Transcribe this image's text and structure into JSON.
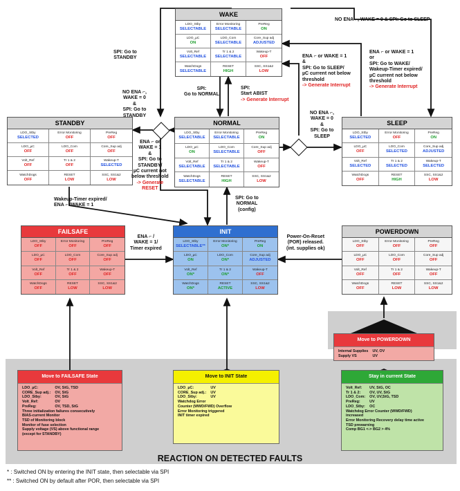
{
  "colors": {
    "gray_header": "#d4d4d4",
    "failsafe_header": "#e8393c",
    "failsafe_body": "#f4a7a3",
    "init_header": "#2f6fd0",
    "init_body": "#9cc2ee",
    "powerdown_header": "#d4d4d4",
    "powerdown_body": "#f6f6f6",
    "val_off": "#e02020",
    "val_on": "#1a9c2a",
    "val_selectable": "#2050e0",
    "fault_panel": "#cfcfcf",
    "move_powerdown_head": "#e8393c",
    "move_powerdown_body": "#f2a9a5",
    "move_failsafe_head": "#e8393c",
    "move_failsafe_body": "#f2a9a5",
    "move_init_head": "#f5f000",
    "move_init_body": "#fafa9a",
    "stay_head": "#2ea837",
    "stay_body": "#bfe3a8"
  },
  "states": [
    {
      "id": "wake",
      "title": "WAKE",
      "cells": [
        {
          "label": "LDO_Stby",
          "value": "SELECTABLE",
          "color": "selectable"
        },
        {
          "label": "Error Monitoring",
          "value": "SELECTABLE",
          "color": "selectable"
        },
        {
          "label": "PreReg",
          "value": "ON",
          "color": "on"
        },
        {
          "label": "LDO_µC",
          "value": "ON",
          "color": "on"
        },
        {
          "label": "LDO_Com",
          "value": "SELECTABLE",
          "color": "selectable"
        },
        {
          "label": "Core_Sup adj",
          "value": "ADJUSTED",
          "color": "selectable"
        },
        {
          "label": "Volt_Ref",
          "value": "SELECTABLE",
          "color": "selectable"
        },
        {
          "label": "Tr 1 & 2",
          "value": "SELECTABLE",
          "color": "selectable"
        },
        {
          "label": "Wakeup-T",
          "value": "OFF",
          "color": "off"
        },
        {
          "label": "WatchDogs",
          "value": "SELECTABLE",
          "color": "selectable"
        },
        {
          "label": "RESET",
          "value": "HIGH",
          "color": "on"
        },
        {
          "label": "SSC, SS1&2",
          "value": "LOW",
          "color": "off"
        }
      ]
    },
    {
      "id": "standby",
      "title": "STANDBY",
      "cells": [
        {
          "label": "LDO_Stby",
          "value": "SELECTED",
          "color": "selectable"
        },
        {
          "label": "Error Monitoring",
          "value": "OFF",
          "color": "off"
        },
        {
          "label": "PreReg",
          "value": "OFF",
          "color": "off"
        },
        {
          "label": "LDO_µC",
          "value": "OFF",
          "color": "off"
        },
        {
          "label": "LDO_Com",
          "value": "OFF",
          "color": "off"
        },
        {
          "label": "Core_Sup adj",
          "value": "OFF",
          "color": "off"
        },
        {
          "label": "Volt_Ref",
          "value": "OFF",
          "color": "off"
        },
        {
          "label": "Tr 1 & 2",
          "value": "OFF",
          "color": "off"
        },
        {
          "label": "Wakeup-T",
          "value": "SELECTED",
          "color": "selectable"
        },
        {
          "label": "WatchDogs",
          "value": "OFF",
          "color": "off"
        },
        {
          "label": "RESET",
          "value": "LOW",
          "color": "off"
        },
        {
          "label": "SSC, SS1&2",
          "value": "LOW",
          "color": "off"
        }
      ]
    },
    {
      "id": "normal",
      "title": "NORMAL",
      "cells": [
        {
          "label": "LDO_Stby",
          "value": "SELECTABLE",
          "color": "selectable"
        },
        {
          "label": "Error Monitoring",
          "value": "SELECTABLE",
          "color": "selectable"
        },
        {
          "label": "PreReg",
          "value": "ON",
          "color": "on"
        },
        {
          "label": "LDO_µC",
          "value": "ON",
          "color": "on"
        },
        {
          "label": "LDO_Com",
          "value": "SELECTABLE",
          "color": "selectable"
        },
        {
          "label": "Core_Sup adj",
          "value": "OFF",
          "color": "off"
        },
        {
          "label": "Volt_Ref",
          "value": "SELECTABLE",
          "color": "selectable"
        },
        {
          "label": "Tr 1 & 2",
          "value": "SELECTABLE",
          "color": "selectable"
        },
        {
          "label": "Wakeup-T",
          "value": "OFF",
          "color": "off"
        },
        {
          "label": "WatchDogs",
          "value": "SELECTABLE",
          "color": "selectable"
        },
        {
          "label": "RESET",
          "value": "HIGH",
          "color": "on"
        },
        {
          "label": "SSC, SS1&2",
          "value": "LOW",
          "color": "off"
        }
      ]
    },
    {
      "id": "sleep",
      "title": "SLEEP",
      "cells": [
        {
          "label": "LDO_Stby",
          "value": "SELECTED",
          "color": "selectable"
        },
        {
          "label": "Error Monitoring",
          "value": "OFF",
          "color": "off"
        },
        {
          "label": "PreReg",
          "value": "ON",
          "color": "on"
        },
        {
          "label": "LDO_µC",
          "value": "OFF",
          "color": "off"
        },
        {
          "label": "LDO_Com",
          "value": "SELECTED",
          "color": "selectable"
        },
        {
          "label": "Core_Sup adj",
          "value": "ADJUSTED",
          "color": "selectable"
        },
        {
          "label": "Volt_Ref",
          "value": "SELECTED",
          "color": "selectable"
        },
        {
          "label": "Tr 1 & 2",
          "value": "SELECTED",
          "color": "selectable"
        },
        {
          "label": "Wakeup-T",
          "value": "SELECTED",
          "color": "selectable"
        },
        {
          "label": "WatchDogs",
          "value": "OFF",
          "color": "off"
        },
        {
          "label": "RESET",
          "value": "HIGH",
          "color": "on"
        },
        {
          "label": "SSC, SS1&2",
          "value": "LOW",
          "color": "off"
        }
      ]
    },
    {
      "id": "failsafe",
      "title": "FAILSAFE",
      "cells": [
        {
          "label": "LDO_Stby",
          "value": "OFF",
          "color": "off"
        },
        {
          "label": "Error Monitoring",
          "value": "OFF",
          "color": "off"
        },
        {
          "label": "PreReg",
          "value": "OFF",
          "color": "off"
        },
        {
          "label": "LDO_µC",
          "value": "OFF",
          "color": "off"
        },
        {
          "label": "LDO_Com",
          "value": "OFF",
          "color": "off"
        },
        {
          "label": "Core_Sup adj",
          "value": "OFF",
          "color": "off"
        },
        {
          "label": "Volt_Ref",
          "value": "OFF",
          "color": "off"
        },
        {
          "label": "Tr 1 & 2",
          "value": "OFF",
          "color": "off"
        },
        {
          "label": "Wakeup-T",
          "value": "OFF",
          "color": "off"
        },
        {
          "label": "WatchDogs",
          "value": "OFF",
          "color": "off"
        },
        {
          "label": "RESET",
          "value": "LOW",
          "color": "off"
        },
        {
          "label": "SSC, SS1&2",
          "value": "LOW",
          "color": "off"
        }
      ]
    },
    {
      "id": "init",
      "title": "INIT",
      "cells": [
        {
          "label": "LDO_Stby",
          "value": "SELECTABLE**",
          "color": "selectable"
        },
        {
          "label": "Error Monitoring",
          "value": "ON*",
          "color": "on"
        },
        {
          "label": "PreReg",
          "value": "ON",
          "color": "on"
        },
        {
          "label": "LDO_µC",
          "value": "ON",
          "color": "on"
        },
        {
          "label": "LDO_Com",
          "value": "ON*",
          "color": "on"
        },
        {
          "label": "Core_Sup adj",
          "value": "ADJUSTED",
          "color": "selectable"
        },
        {
          "label": "Volt_Ref",
          "value": "ON*",
          "color": "on"
        },
        {
          "label": "Tr 1 & 2",
          "value": "ON*",
          "color": "on"
        },
        {
          "label": "Wakeup-T",
          "value": "OFF",
          "color": "off"
        },
        {
          "label": "WatchDogs",
          "value": "ON*",
          "color": "on"
        },
        {
          "label": "RESET",
          "value": "ACTIVE",
          "color": "on"
        },
        {
          "label": "SSC, SS1&2",
          "value": "LOW",
          "color": "off"
        }
      ]
    },
    {
      "id": "powerdown",
      "title": "POWERDOWN",
      "cells": [
        {
          "label": "LDO_Stby",
          "value": "OFF",
          "color": "off"
        },
        {
          "label": "Error Monitoring",
          "value": "OFF",
          "color": "off"
        },
        {
          "label": "PreReg",
          "value": "OFF",
          "color": "off"
        },
        {
          "label": "LDO_µC",
          "value": "OFF",
          "color": "off"
        },
        {
          "label": "LDO_Com",
          "value": "OFF",
          "color": "off"
        },
        {
          "label": "Core_Sup adj",
          "value": "OFF",
          "color": "off"
        },
        {
          "label": "Volt_Ref",
          "value": "OFF",
          "color": "off"
        },
        {
          "label": "Tr 1 & 2",
          "value": "OFF",
          "color": "off"
        },
        {
          "label": "Wakeup-T",
          "value": "OFF",
          "color": "off"
        },
        {
          "label": "WatchDogs",
          "value": "OFF",
          "color": "off"
        },
        {
          "label": "RESET",
          "value": "LOW",
          "color": "off"
        },
        {
          "label": "SSC, SS1&2",
          "value": "LOW",
          "color": "off"
        }
      ]
    }
  ],
  "transitions": {
    "wake_to_standby": [
      "SPI: Go to",
      "STANDBY"
    ],
    "top_to_sleep": [
      "NO ENA ⌐, WAKE = 0 & SPI: Go to SLEEP"
    ],
    "sleep_to_wake": [
      "ENA ⌐ or WAKE = 1",
      "or",
      "SPI: Go to WAKE/",
      "Wakeup-Timer expired/",
      "µC current not below",
      "threshold",
      "-> Generate Interrupt"
    ],
    "normal_to_wake": [
      "ENA ⌐ or WAKE = 1",
      "&",
      "SPI: Go to SLEEP/",
      "µC current not below",
      "threshold",
      "-> Generate Interrupt"
    ],
    "wake_to_normal": [
      "SPI:",
      "Go to NORMAL"
    ],
    "normal_abist": [
      "SPI:",
      "Start ABIST",
      "-> Generate Interrupt"
    ],
    "normal_to_standby": [
      "NO ENA ⌐,",
      "WAKE = 0",
      "&",
      "SPI: Go to",
      "STANDBY"
    ],
    "normal_to_sleep": [
      "NO ENA ⌐,",
      "WAKE = 0",
      "&",
      "SPI: Go to",
      "SLEEP"
    ],
    "standby_to_init": [
      "ENA ⌐ or",
      "WAKE = 1",
      "&",
      "SPI: Go to",
      "STANDBY/",
      "µC current not",
      "below threshold",
      "-> Generate",
      "RESET"
    ],
    "wakeup_timer": [
      "Wakeup-Timer expired/",
      "ENA ⌐ /WAKE = 1"
    ],
    "failsafe_to_init": [
      "ENA ⌐ /",
      "WAKE = 1/",
      "Timer expired"
    ],
    "init_to_normal": [
      "SPI: Go to",
      "NORMAL",
      "(config)"
    ],
    "por": [
      "Power-On-Reset",
      "(POR) released.",
      "(int. supplies ok)"
    ]
  },
  "fault_boxes": {
    "powerdown": {
      "title": "Move to POWERDOWN",
      "rows": [
        [
          "Internal Supplies",
          "UV, OV"
        ],
        [
          "Supply VS",
          "UV"
        ]
      ],
      "lines": []
    },
    "failsafe": {
      "title": "Move to FAILSAFE State",
      "rows": [
        [
          "LDO_µC:",
          "OV, StG, TSD"
        ],
        [
          "CORE_Sup adj.:",
          "OV, StG"
        ],
        [
          "LDO_Stby:",
          "OV, StG"
        ],
        [
          "Volt_Ref:",
          "OV"
        ],
        [
          "PreReg:",
          "OV, TSD, StG"
        ]
      ],
      "lines": [
        "Three initialization failures consecutively",
        "BIAS-current Monitor",
        "TSD of Monitoring block",
        "Monitor of fuse selection",
        "Supply voltage (VS) above functional range",
        "(except for STANDBY)"
      ]
    },
    "init": {
      "title": "Move to INIT State",
      "rows": [
        [
          "LDO_µC:",
          "UV"
        ],
        [
          "CORE_Sup adj.:",
          "UV"
        ],
        [
          "LDO_Stby:",
          "UV"
        ]
      ],
      "lines": [
        "Watchdog Error",
        "Counter (WWD/FWD) Overflow",
        "Error Monitoring triggered",
        "INIT timer expired"
      ]
    },
    "stay": {
      "title": "Stay in current State",
      "rows": [
        [
          "Volt_Ref:",
          "UV, StG, OC"
        ],
        [
          "Tr 1 & 2:",
          "OV, UV, StG"
        ],
        [
          "LDO_Com:",
          "OV, UV,StG, TSD"
        ],
        [
          "PreReg:",
          "UV"
        ],
        [
          "LDO_Stby:",
          "OC"
        ]
      ],
      "lines": [
        "Watchdog Error Counter (WWD/FWD)",
        "increased",
        "Error Monitoring Recovery delay time active",
        "TSD prewarning",
        "Comp BG1 <-> BG2 > 4%"
      ]
    }
  },
  "faults_title": "REACTION ON DETECTED FAULTS",
  "footnotes": [
    "* : Switched ON by entering the INIT state, then selectable via SPI",
    "** : Switched ON by default after POR, then selectable via SPI"
  ]
}
